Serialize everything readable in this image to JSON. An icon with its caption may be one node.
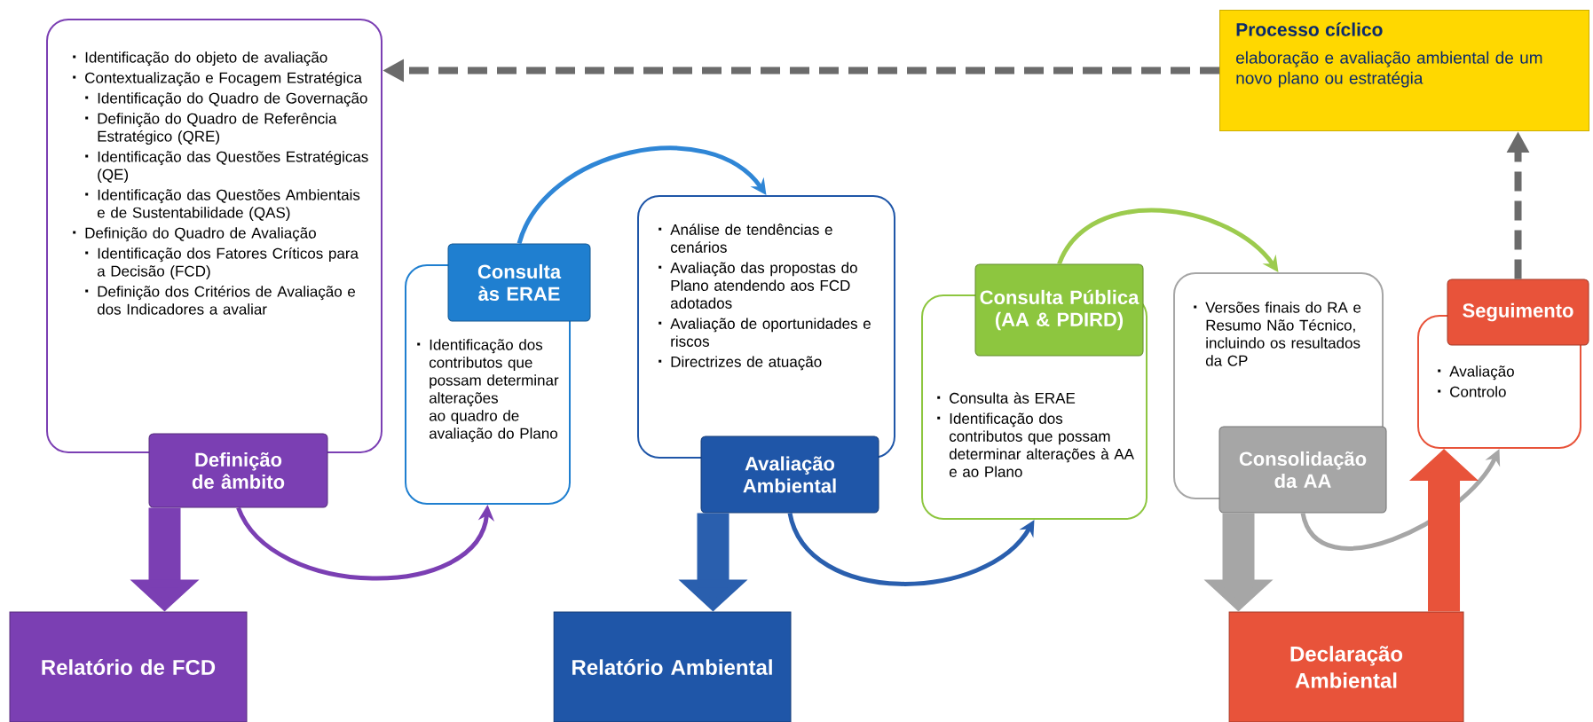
{
  "diagram": {
    "nodes": [
      {
        "text": [
          "Identificação do objeto de avaliação",
          "Contextualização e Focagem Estratégica",
          "Identificação do Quadro de Governação",
          "Definição do Quadro de Referência Estratégico (QRE)",
          "Identificação das Questões Estratégicas (QE)",
          "Identificação das Questões Ambientais e de Sustentabilidade (QAS)",
          "Definição do Quadro de Avaliação",
          "Identificação dos Fatores Críticos para a Decisão (FCD)",
          "Definição dos Critérios de Avaliação e dos Indicadores a avaliar"
        ]
      },
      {
        "text": [
          "Definição de âmbito"
        ]
      },
      {
        "text": [
          "Identificação dos contributos que possam determinar alterações ao quadro de avaliação do Plano"
        ]
      },
      {
        "text": [
          "Consulta às ERAE"
        ]
      },
      {
        "text": [
          "Análise de tendências e cenários",
          "Avaliação das propostas do Plano atendendo aos FCD adotados",
          "Avaliação de oportunidades e riscos",
          "Directrizes de atuação"
        ]
      },
      {
        "text": [
          "Avaliação Ambiental"
        ]
      },
      {
        "text": [
          "Consulta às ERAE",
          "Identificação dos contributos que possam determinar alterações à AA e ao Plano"
        ]
      },
      {
        "text": [
          "Consulta Pública (AA & PDIRD)"
        ]
      },
      {
        "text": [
          "Versões finais do RA e Resumo Não Técnico, incluindo os resultados da CP"
        ]
      },
      {
        "text": [
          "Consolidação da AA"
        ]
      },
      {
        "text": [
          "Avaliação",
          "Controlo"
        ]
      },
      {
        "text": [
          "Seguimento"
        ]
      },
      {
        "text": [
          "Processo cíclico",
          "elaboração e avaliação ambiental de um novo plano ou estratégia"
        ]
      },
      {
        "text": [
          "Relatório de FCD"
        ]
      },
      {
        "text": [
          "Relatório Ambiental"
        ]
      },
      {
        "text": [
          "Declaração Ambiental"
        ]
      }
    ],
    "edges": [
      {
        "from": 1,
        "to": 2,
        "arrow": "to",
        "color": "#7b3fb3"
      },
      {
        "from": 3,
        "to": 4,
        "arrow": "to",
        "color": "#2f86d6"
      },
      {
        "from": 5,
        "to": 6,
        "arrow": "to",
        "color": "#2a5fae"
      },
      {
        "from": 7,
        "to": 8,
        "arrow": "to",
        "color": "#9ccb4e"
      },
      {
        "from": 9,
        "to": 10,
        "arrow": "to",
        "color": "#a6a6a6"
      },
      {
        "from": 11,
        "to": 12,
        "arrow": "to",
        "style": "dashed",
        "color": "#6b6b6b"
      },
      {
        "from": 12,
        "to": 0,
        "arrow": "to",
        "style": "dashed",
        "color": "#6b6b6b"
      },
      {
        "from": 1,
        "to": 13,
        "arrow": "to",
        "style": "thick",
        "color": "#7b3fb3"
      },
      {
        "from": 5,
        "to": 14,
        "arrow": "to",
        "style": "thick",
        "color": "#2a5fae"
      },
      {
        "from": 9,
        "to": 15,
        "arrow": "to",
        "style": "thick",
        "color": "#a6a6a6"
      },
      {
        "from": 15,
        "to": 10,
        "arrow": "to",
        "style": "thick",
        "color": "#e8533a"
      }
    ]
  }
}
